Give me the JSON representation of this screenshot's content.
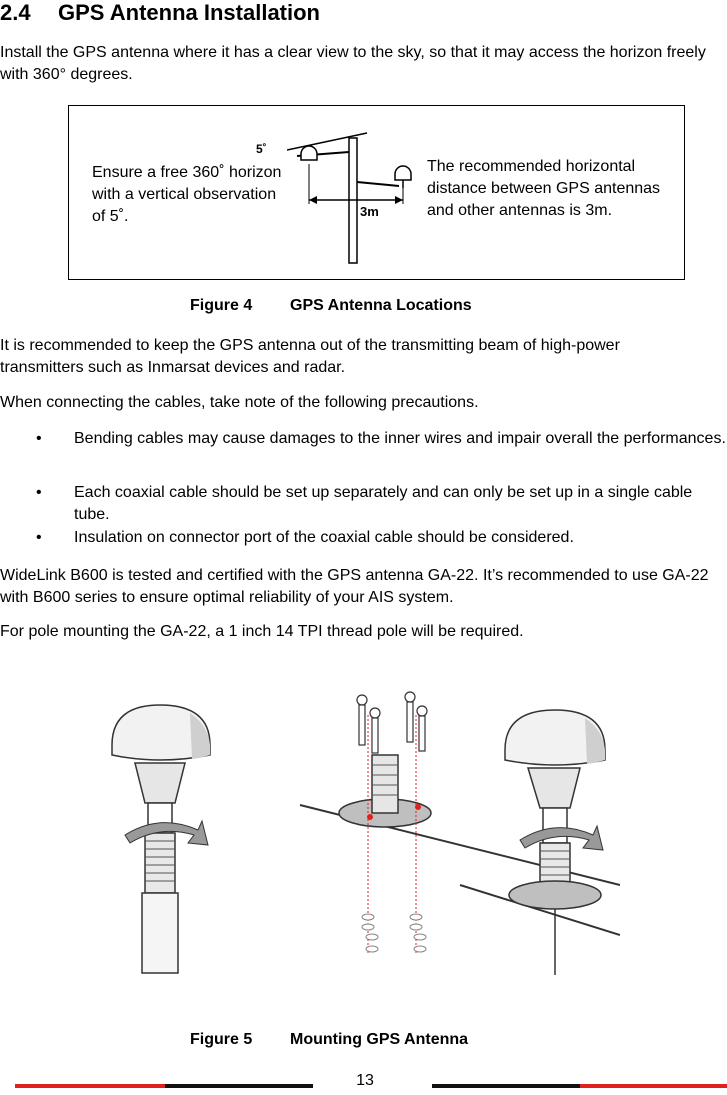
{
  "section": {
    "number": "2.4",
    "title": "GPS Antenna Installation"
  },
  "paragraphs": {
    "intro": "Install the GPS antenna where it has a clear view to the sky, so that it may access the horizon freely with 360° degrees.",
    "beam": "It is recommended to keep the GPS antenna out of the transmitting beam of high-power transmitters such as Inmarsat devices and radar.",
    "cables": "When connecting the cables, take note of the following precautions.",
    "certified": "WideLink B600 is tested and certified with the GPS antenna GA-22. It’s recommended to use GA-22 with B600 series to ensure optimal reliability of your AIS system.",
    "pole": "For pole mounting the GA-22, a 1 inch 14 TPI thread pole will be required."
  },
  "bullets": [
    "Bending cables may cause damages to the inner wires and impair overall the performances.",
    "Each coaxial cable should be set up separately and can only be set up in a single cable tube.",
    "Insulation on connector port of the coaxial cable should be considered."
  ],
  "bullet_symbol": "•",
  "figure4": {
    "number": "Figure 4",
    "title": "GPS Antenna Locations",
    "left_text": "Ensure a free 360˚ horizon with a vertical observation of 5˚.",
    "right_text": "The recommended horizontal distance between GPS antennas and other antennas is 3m.",
    "angle_label": "5˚",
    "distance_label": "3m"
  },
  "figure5": {
    "number": "Figure 5",
    "title": "Mounting GPS Antenna"
  },
  "footer": {
    "page_number": "13",
    "accent_color": "#e0201c",
    "dark_color": "#111111"
  }
}
